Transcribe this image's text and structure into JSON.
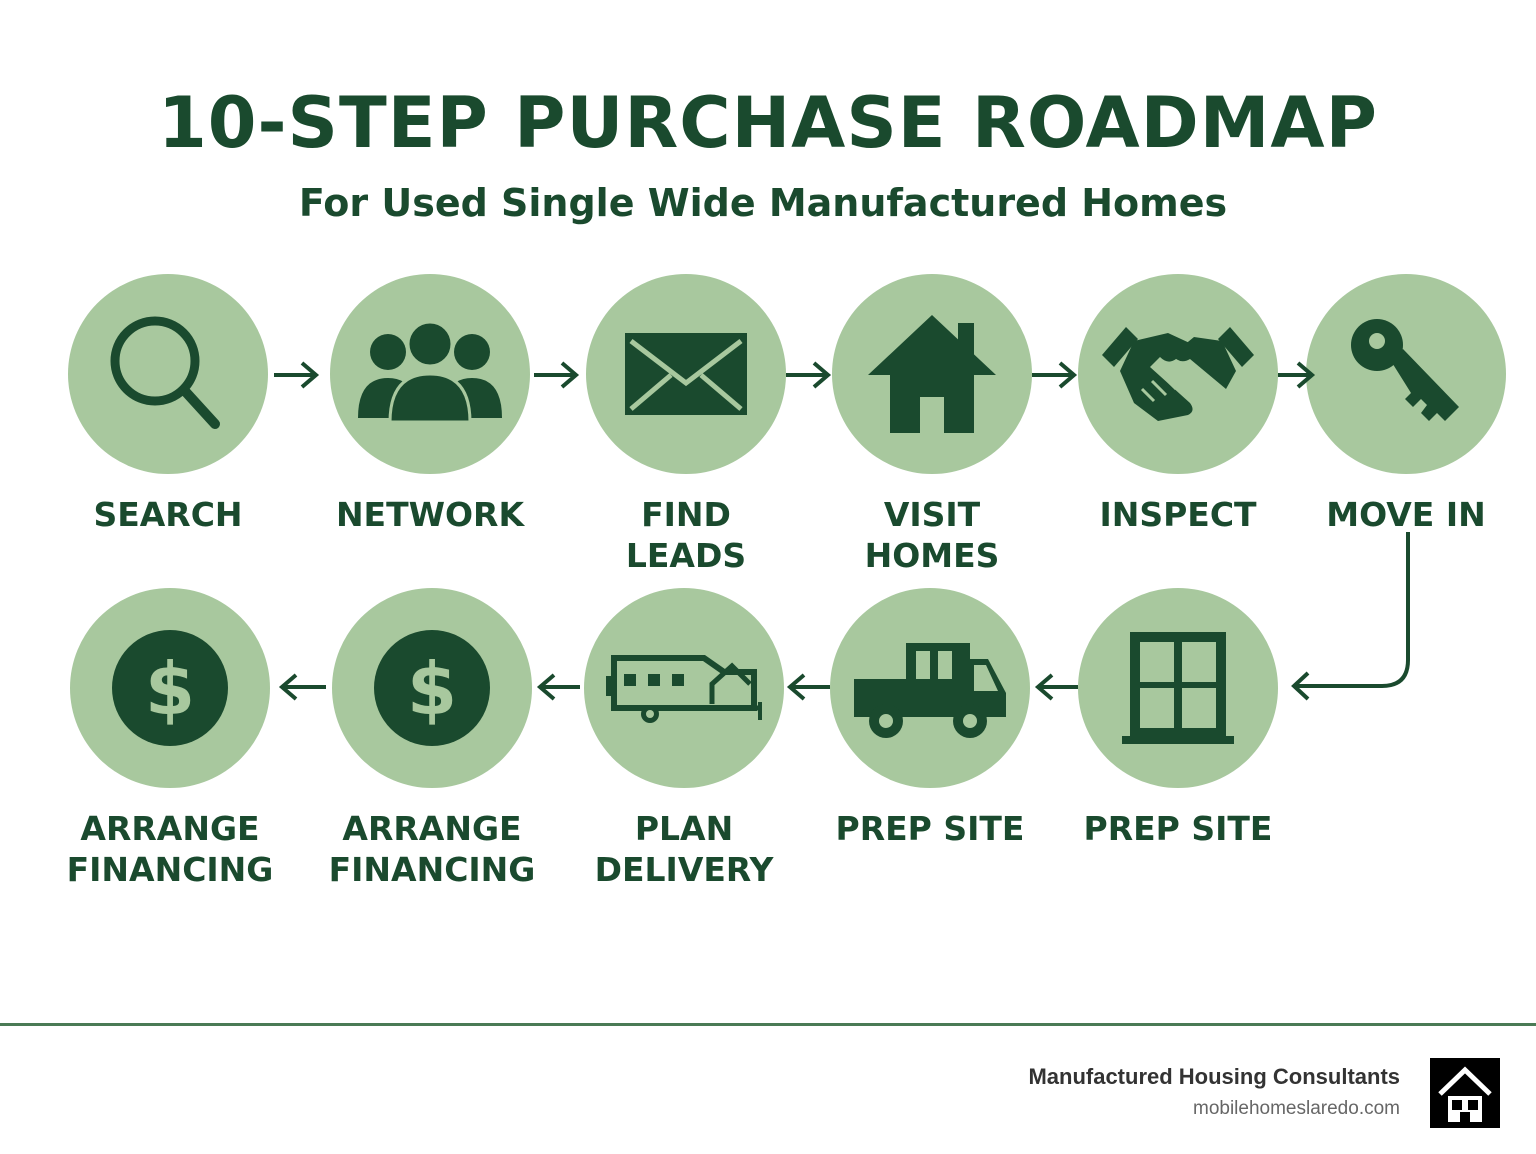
{
  "title": "10-STEP PURCHASE ROADMAP",
  "subtitle": "For Used Single Wide Manufactured Homes",
  "colors": {
    "dark_green": "#1a4a2e",
    "circle_green": "#a8c89e",
    "footer_line": "#4a7a55"
  },
  "steps": [
    {
      "label": "SEARCH",
      "icon": "magnifier-icon"
    },
    {
      "label": "NETWORK",
      "icon": "people-icon"
    },
    {
      "label": "FIND LEADS",
      "icon": "envelope-icon"
    },
    {
      "label": "VISIT HOMES",
      "icon": "house-icon"
    },
    {
      "label": "INSPECT",
      "icon": "handshake-icon"
    },
    {
      "label": "MOVE IN",
      "icon": "key-icon"
    },
    {
      "label": "PREP SITE",
      "icon": "window-icon"
    },
    {
      "label": "PREP SITE",
      "icon": "truck-icon"
    },
    {
      "label": "PLAN\nDELIVERY",
      "icon": "mobile-home-icon"
    },
    {
      "label": "ARRANGE\nFINANCING",
      "icon": "dollar-coin-icon"
    },
    {
      "label": "ARRANGE\nFINANCING",
      "icon": "dollar-coin-icon"
    }
  ],
  "footer": {
    "brand_name": "Manufactured Housing Consultants",
    "brand_url": "mobilehomeslaredo.com",
    "logo_icon": "house-logo-icon"
  }
}
